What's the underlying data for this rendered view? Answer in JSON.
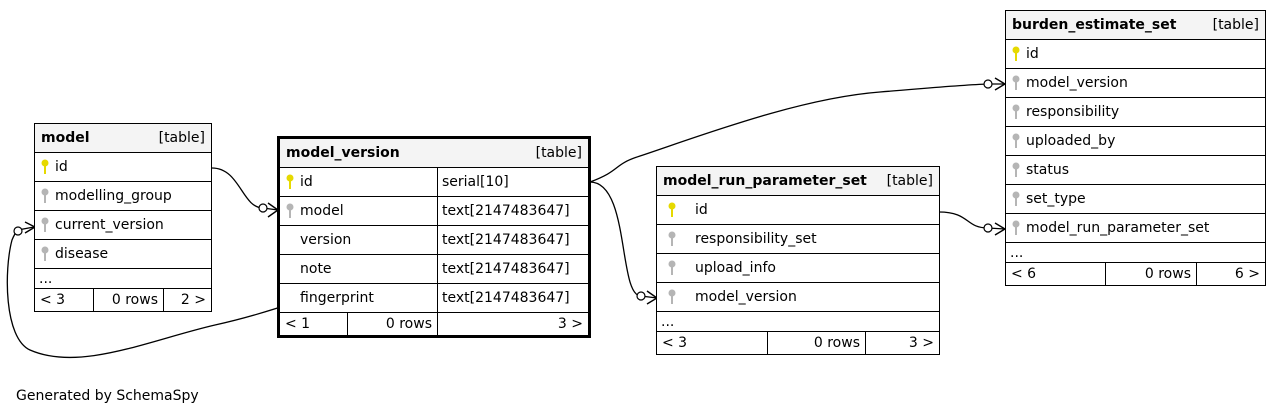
{
  "footer_note": "Generated by SchemaSpy",
  "tables": {
    "model": {
      "name": "model",
      "kind": "[table]",
      "columns": [
        "id",
        "modelling_group",
        "current_version",
        "disease"
      ],
      "ellipsis": "...",
      "nav": {
        "prev": "< 3",
        "rows": "0 rows",
        "next": "2 >"
      }
    },
    "model_version": {
      "name": "model_version",
      "kind": "[table]",
      "columns": [
        {
          "name": "id",
          "type": "serial[10]"
        },
        {
          "name": "model",
          "type": "text[2147483647]"
        },
        {
          "name": "version",
          "type": "text[2147483647]"
        },
        {
          "name": "note",
          "type": "text[2147483647]"
        },
        {
          "name": "fingerprint",
          "type": "text[2147483647]"
        }
      ],
      "nav": {
        "prev": "< 1",
        "rows": "0 rows",
        "next": "3 >"
      }
    },
    "model_run_parameter_set": {
      "name": "model_run_parameter_set",
      "kind": "[table]",
      "columns": [
        "id",
        "responsibility_set",
        "upload_info",
        "model_version"
      ],
      "ellipsis": "...",
      "nav": {
        "prev": "< 3",
        "rows": "0 rows",
        "next": "3 >"
      }
    },
    "burden_estimate_set": {
      "name": "burden_estimate_set",
      "kind": "[table]",
      "columns": [
        "id",
        "model_version",
        "responsibility",
        "uploaded_by",
        "status",
        "set_type",
        "model_run_parameter_set"
      ],
      "ellipsis": "...",
      "nav": {
        "prev": "< 6",
        "rows": "0 rows",
        "next": "6 >"
      }
    }
  },
  "colors": {
    "primary_key": "#e6d900",
    "foreign_key": "#b5b5b5",
    "header_bg": "#f4f4f4"
  }
}
